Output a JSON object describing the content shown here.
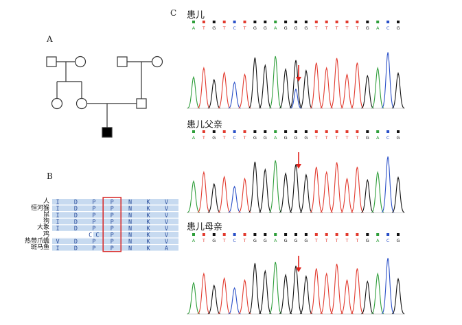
{
  "panels": {
    "a": "A",
    "b": "B",
    "c": "C"
  },
  "alignment": {
    "species": [
      "人",
      "恒河猴",
      "鼠",
      "狗",
      "大象",
      "鸡",
      "热带爪蟾",
      "斑马鱼"
    ],
    "rows": [
      [
        "I",
        "D",
        "P",
        "P",
        "N",
        "K",
        "V"
      ],
      [
        "I",
        "D",
        "P",
        "P",
        "N",
        "K",
        "V"
      ],
      [
        "I",
        "D",
        "P",
        "P",
        "N",
        "K",
        "V"
      ],
      [
        "I",
        "D",
        "P",
        "P",
        "N",
        "K",
        "V"
      ],
      [
        "I",
        "D",
        "P",
        "P",
        "N",
        "K",
        "V"
      ],
      [
        "",
        "",
        "C C",
        "P",
        "N",
        "K",
        "V"
      ],
      [
        "V",
        "D",
        "P",
        "P",
        "N",
        "K",
        "V"
      ],
      [
        "I",
        "D",
        "P",
        "P",
        "N",
        "K",
        "A"
      ]
    ],
    "highlight_column": 3
  },
  "chromatograms": [
    {
      "title": "患儿",
      "bases": [
        "A",
        "T",
        "G",
        "T",
        "C",
        "T",
        "G",
        "G",
        "A",
        "G",
        "G",
        "G",
        "T",
        "T",
        "T",
        "T",
        "T",
        "G",
        "A",
        "C",
        "G"
      ],
      "mutant": true
    },
    {
      "title": "患儿父亲",
      "bases": [
        "A",
        "T",
        "G",
        "T",
        "C",
        "T",
        "G",
        "G",
        "A",
        "G",
        "G",
        "G",
        "T",
        "T",
        "T",
        "T",
        "T",
        "G",
        "A",
        "C",
        "G"
      ],
      "mutant": false
    },
    {
      "title": "患儿母亲",
      "bases": [
        "A",
        "T",
        "G",
        "T",
        "C",
        "T",
        "G",
        "G",
        "A",
        "G",
        "G",
        "G",
        "T",
        "T",
        "T",
        "T",
        "T",
        "G",
        "A",
        "C",
        "G"
      ],
      "mutant": false
    }
  ],
  "colors": {
    "A": "#2e9e3a",
    "T": "#e23a2e",
    "G": "#111111",
    "C": "#2a50c8",
    "arrow": "#e0201a",
    "highlight": "#d83030",
    "align_bg": "#c7daf0"
  }
}
